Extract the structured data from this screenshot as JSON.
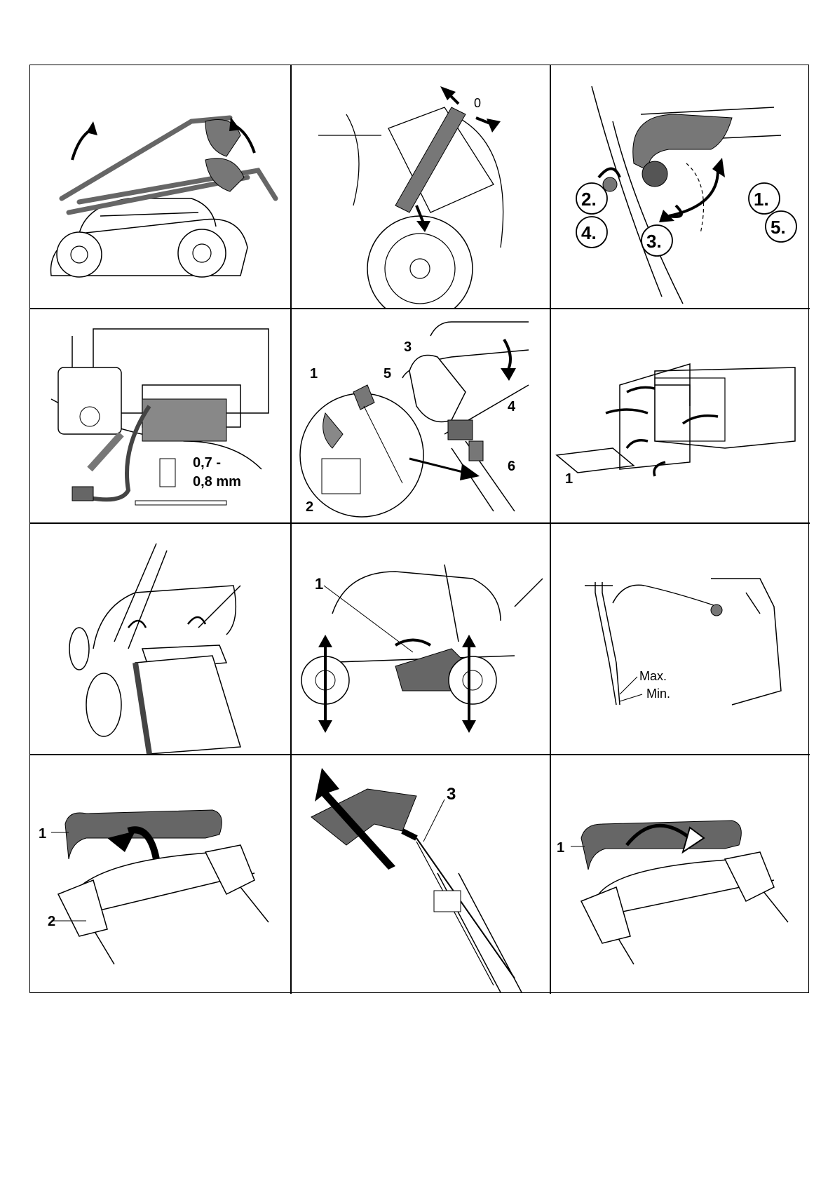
{
  "panels": {
    "p2": {
      "zero": "0"
    },
    "p3": {
      "s1": "1.",
      "s2": "2.",
      "s3": "3.",
      "s4": "4.",
      "s5": "5."
    },
    "p4": {
      "gap_line1": "0,7 -",
      "gap_line2": "0,8 mm"
    },
    "p5": {
      "l1": "1",
      "l2": "2",
      "l3": "3",
      "l4": "4",
      "l5": "5",
      "l6": "6"
    },
    "p6": {
      "l1": "1"
    },
    "p8": {
      "l1": "1"
    },
    "p9": {
      "max": "Max.",
      "min": "Min."
    },
    "p10": {
      "l1": "1",
      "l2": "2"
    },
    "p11": {
      "l3": "3"
    },
    "p12": {
      "l1": "1"
    }
  },
  "colors": {
    "ink": "#000000",
    "grey": "#6e6e6e",
    "light": "#bdbdbd"
  },
  "icons": [
    "arrow-icon",
    "wheel-icon",
    "handle-icon",
    "spark-plug-icon",
    "grass-bag-icon",
    "dipstick-icon",
    "starter-rope-icon"
  ]
}
